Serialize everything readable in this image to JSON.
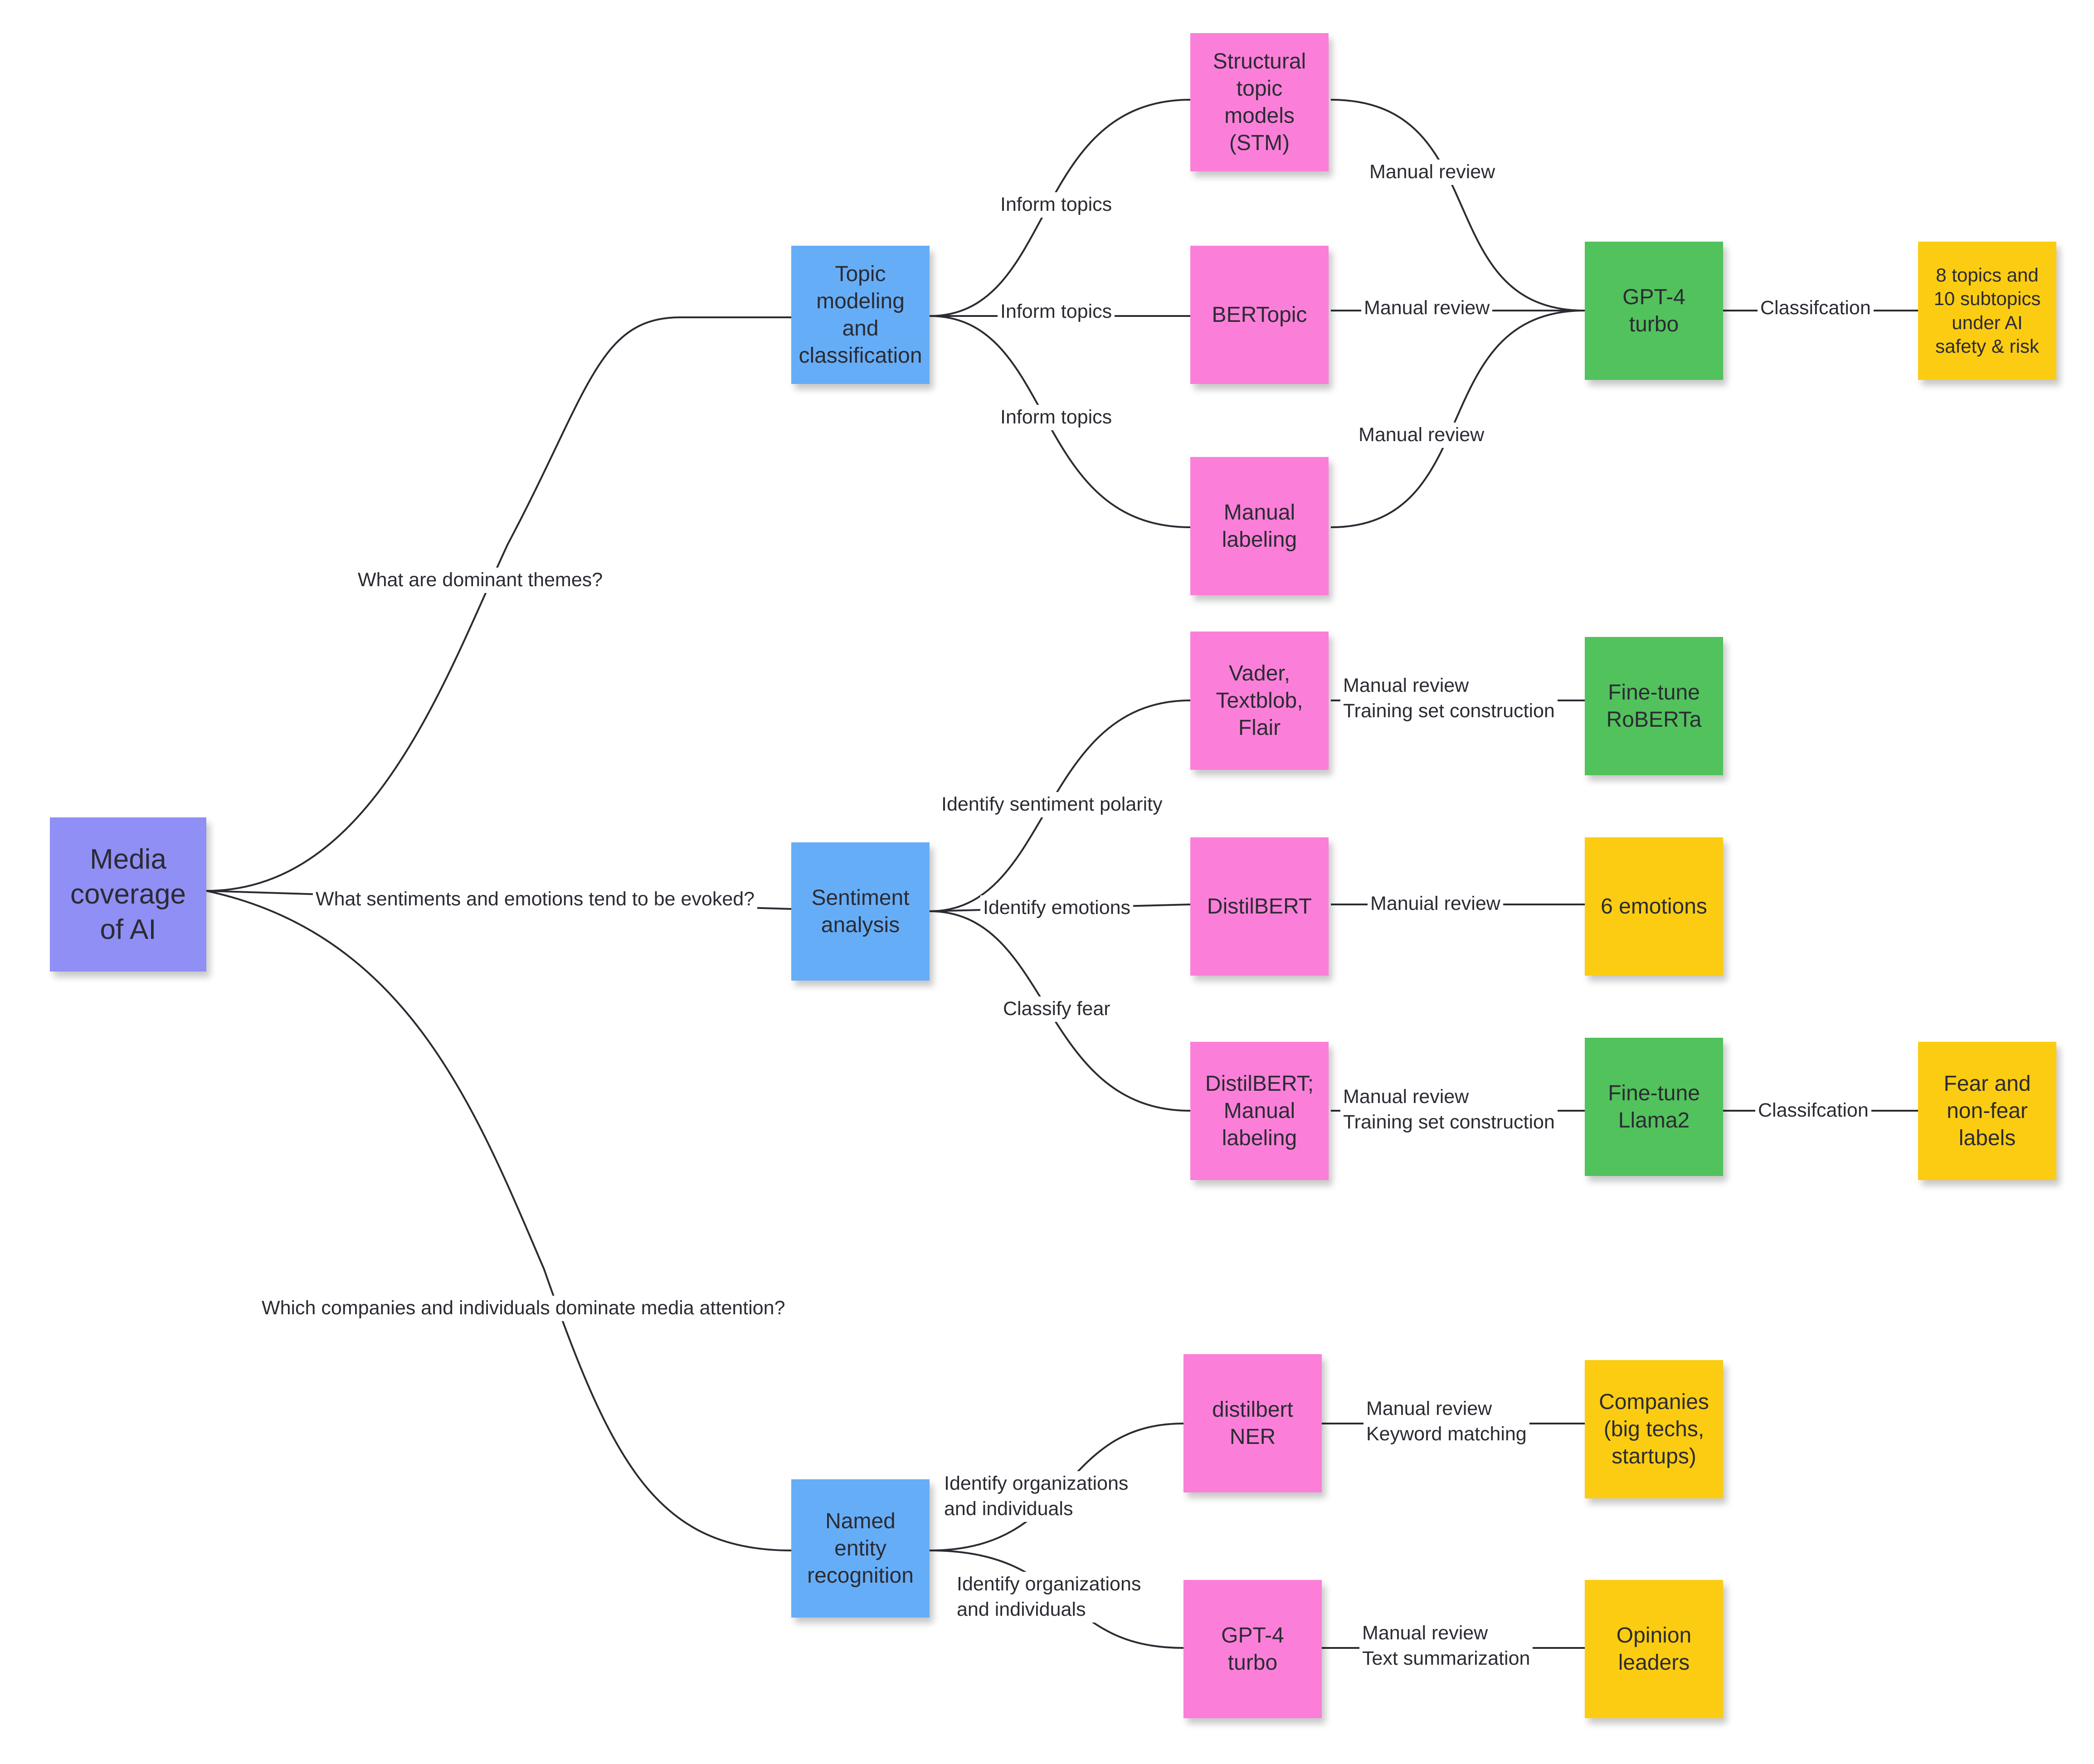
{
  "colors": {
    "root": "#8f8ff5",
    "method": "#66adf7",
    "tool": "#fb7fd8",
    "model": "#52c25c",
    "output": "#fbcc12",
    "edge": "#2b2b33"
  },
  "nodes": {
    "root": "Media\ncoverage\nof AI",
    "topic": "Topic\nmodeling\nand\nclassification",
    "sentiment": "Sentiment\nanalysis",
    "ner": "Named\nentity\nrecognition",
    "stm": "Structural\ntopic\nmodels\n(STM)",
    "bertopic": "BERTopic",
    "manual": "Manual\nlabeling",
    "gpt_topic": "GPT-4\nturbo",
    "topics_out": "8 topics and\n10 subtopics\nunder AI\nsafety & risk",
    "vader": "Vader,\nTextblob,\nFlair",
    "roberta": "Fine-tune\nRoBERTa",
    "distil_emo": "DistilBERT",
    "emotions_out": "6 emotions",
    "distil_fear": "DistilBERT;\nManual\nlabeling",
    "llama": "Fine-tune\nLlama2",
    "fear_out": "Fear and\nnon-fear\nlabels",
    "distil_ner": "distilbert\nNER",
    "companies_out": "Companies\n(big techs,\nstartups)",
    "gpt_ner": "GPT-4\nturbo",
    "opinion_out": "Opinion\nleaders"
  },
  "edge_labels": {
    "themes_q": "What are dominant themes?",
    "sentiment_q": "What sentiments and emotions tend to be evoked?",
    "companies_q": "Which companies and individuals dominate media attention?",
    "inform1": "Inform topics",
    "inform2": "Inform topics",
    "inform3": "Inform topics",
    "review_stm": "Manual review",
    "review_bert": "Manual review",
    "review_manual": "Manual review",
    "classif_topic": "Classifcation",
    "polarity": "Identify sentiment polarity",
    "emotions": "Identify emotions",
    "classify_fear": "Classify fear",
    "vader_review": "Manual review\nTraining set construction",
    "emo_review": "Manuial review",
    "fear_review": "Manual review\nTraining set construction",
    "classif_fear": "Classifcation",
    "ner_id1": "Identify organizations\n and individuals",
    "ner_id2": "Identify organizations\n and individuals",
    "distil_review": "Manual review\nKeyword matching",
    "gpt_review": "Manual review\nText summarization"
  }
}
